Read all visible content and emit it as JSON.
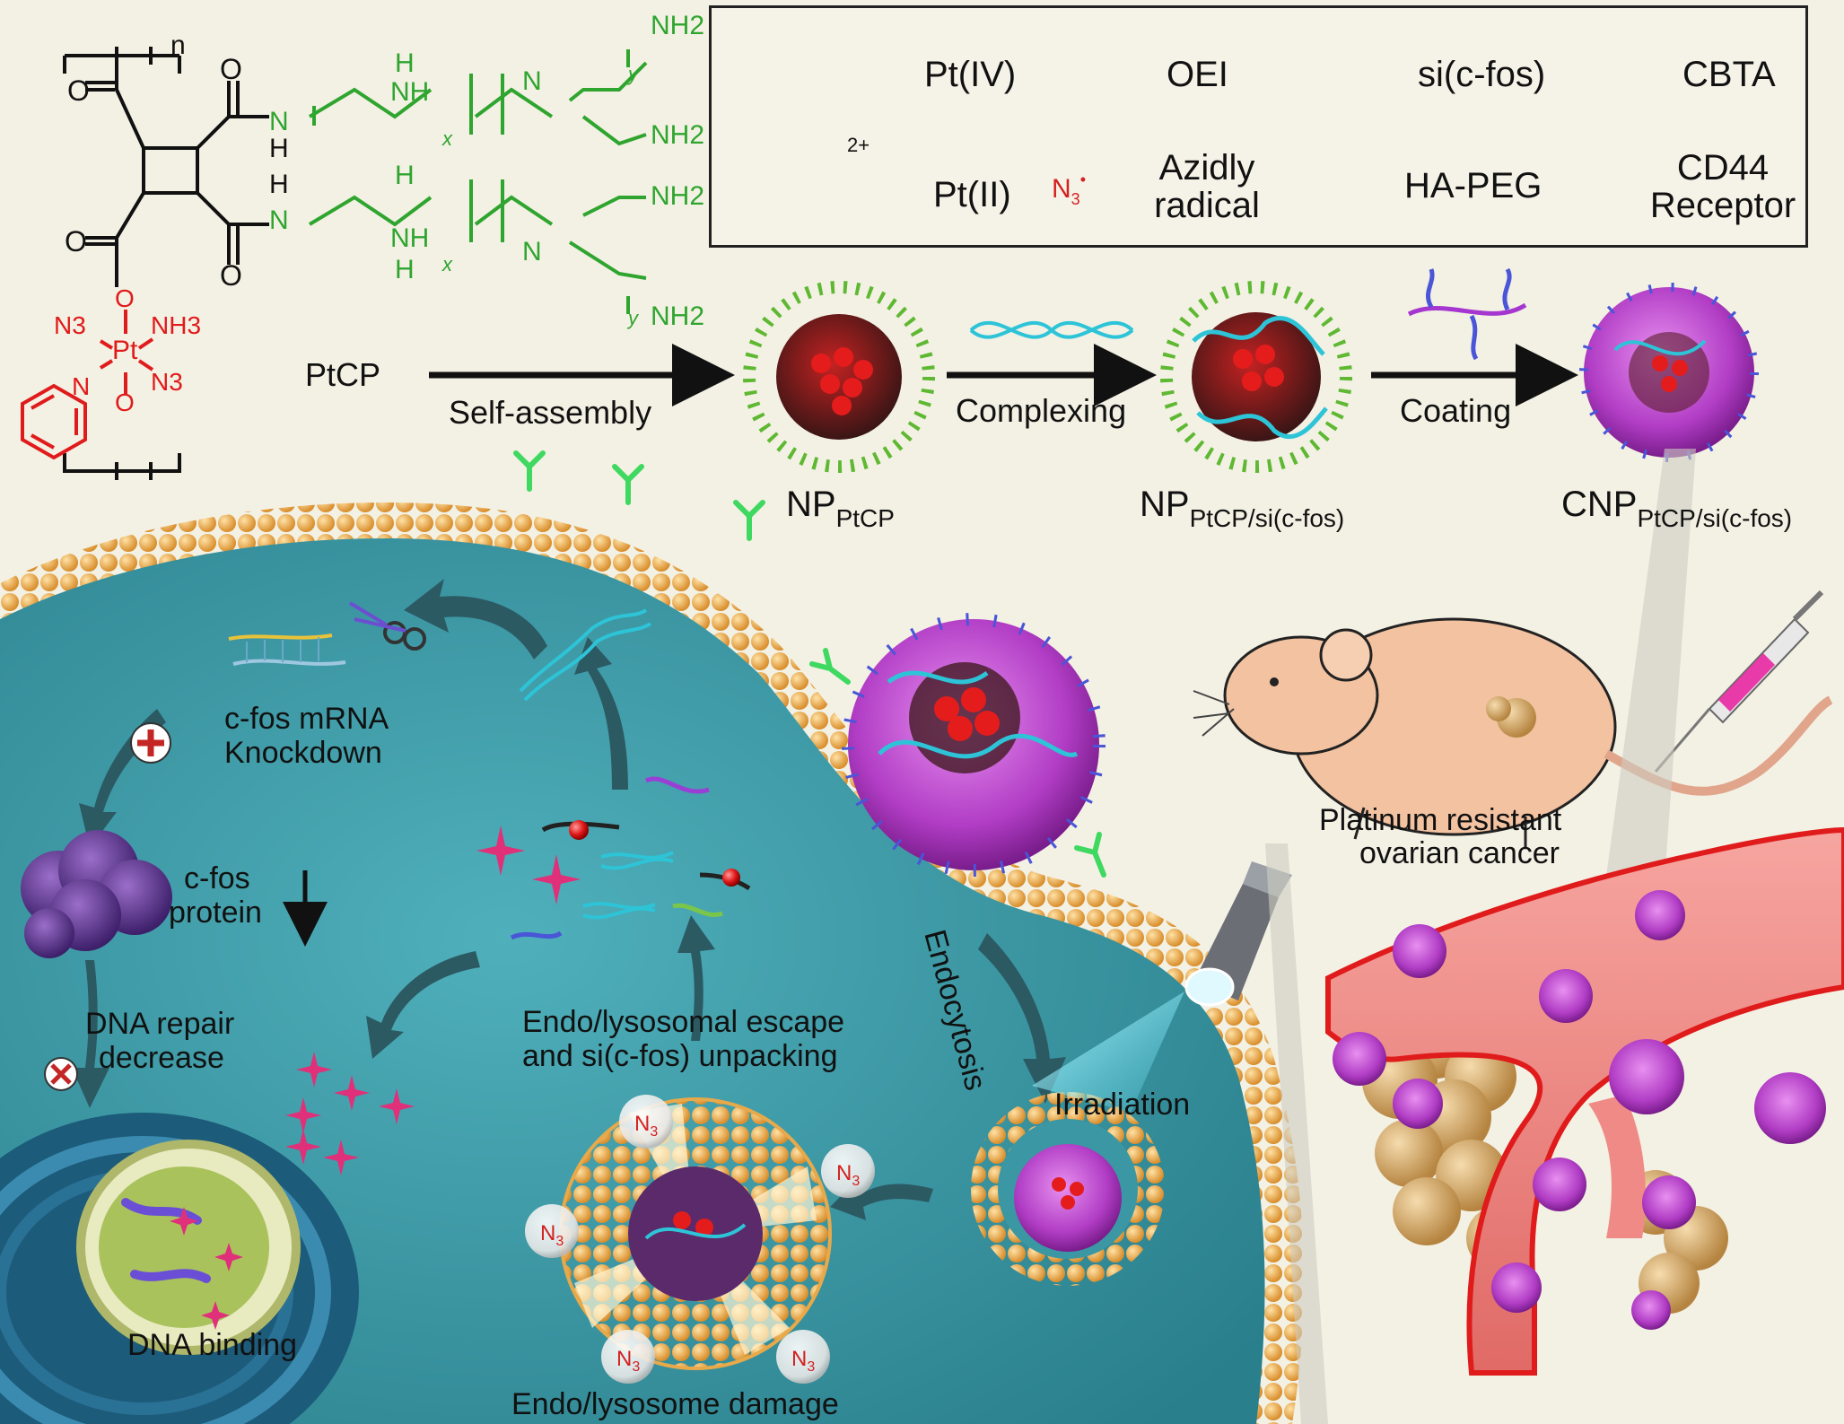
{
  "legend": {
    "pt4": "Pt(IV)",
    "oei": "OEI",
    "sirna": "si(c-fos)",
    "cbta": "CBTA",
    "pt2": "Pt(II)",
    "azidyl_line1": "Azidly",
    "azidyl_line2": "radical",
    "hapeg": "HA-PEG",
    "cd44_line1": "CD44",
    "cd44_line2": "Receptor",
    "n3_symbol": "N",
    "n3_sub": "3",
    "n3_sup": "•",
    "charge": "2+"
  },
  "structure": {
    "n": "n",
    "x": "x",
    "y": "y",
    "O": "O",
    "N": "N",
    "H": "H",
    "NH": "NH",
    "NH2": "NH2",
    "N3": "N3",
    "NH3": "NH3",
    "Pt": "Pt"
  },
  "pathway": {
    "ptcp": "PtCP",
    "self_assembly": "Self-assembly",
    "complexing": "Complexing",
    "coating": "Coating",
    "np1_main": "NP",
    "np1_sub": "PtCP",
    "np2_main": "NP",
    "np2_sub": "PtCP/si(c-fos)",
    "cnp_main": "CNP",
    "cnp_sub": "PtCP/si(c-fos)"
  },
  "cell": {
    "mrna_line1": "c-fos mRNA",
    "mrna_line2": "Knockdown",
    "protein_line1": "c-fos",
    "protein_line2": "protein",
    "repair_line1": "DNA repair",
    "repair_line2": "decrease",
    "dna_binding": "DNA binding",
    "escape_line1": "Endo/lysosomal escape",
    "escape_line2": "and si(c-fos) unpacking",
    "damage": "Endo/lysosome damage",
    "endocytosis": "Endocytosis",
    "irradiation": "Irradiation"
  },
  "mouse": {
    "line1": "Platinum resistant",
    "line2": "ovarian cancer"
  },
  "colors": {
    "background": "#f3f1e4",
    "cell": "#3a97a3",
    "membrane": "#e8a94a",
    "platinum_red": "#e02020",
    "oei_green": "#4caf2f",
    "sirna_cyan": "#2ec4d8",
    "hapeg_purple": "#8a3fd6",
    "pt2_pink": "#e0307a",
    "vessel": "#f08a86"
  }
}
